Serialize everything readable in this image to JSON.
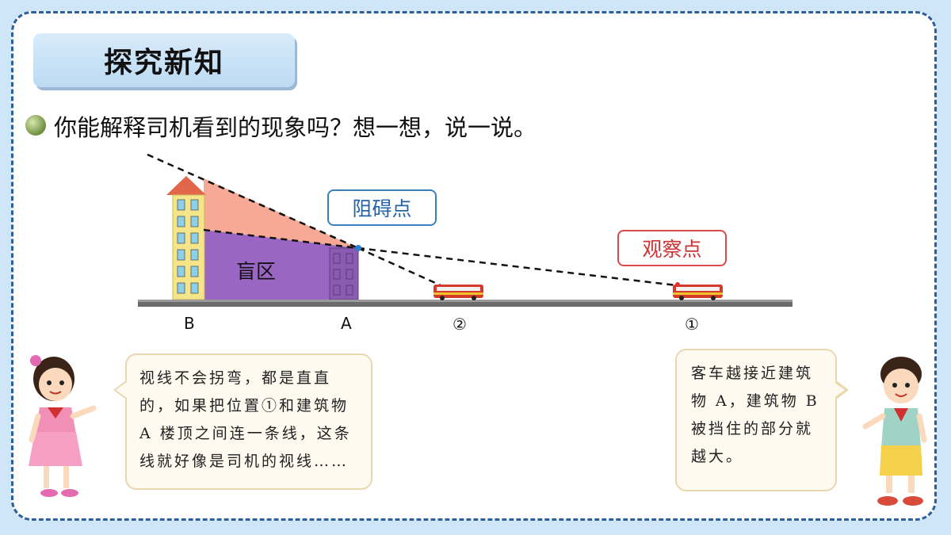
{
  "header": {
    "title": "探究新知"
  },
  "question": "你能解释司机看到的现象吗？想一想，说一说。",
  "diagram": {
    "blocker_label": "阻碍点",
    "observe_label": "观察点",
    "blind_zone_label": "盲区",
    "building_b_label": "B",
    "building_a_label": "A",
    "position_2_label": "②",
    "position_1_label": "①",
    "colors": {
      "blind_zone": "#9a66c4",
      "visible_zone": "#f5a08a",
      "building": "#f4e58a",
      "ground": "#6b6b6b"
    }
  },
  "bubbles": {
    "girl": {
      "lines": [
        "视线不会拐弯，都是直直",
        "的，如果把位置①和建筑物",
        "A 楼顶之间连一条线，这条",
        "线就好像是司机的视线……"
      ]
    },
    "boy": {
      "lines": [
        "客车越接近建筑",
        "物 A，建筑物 B",
        "被挡住的部分就",
        "越大。"
      ]
    }
  },
  "icons": {
    "girl": "girl-illustration",
    "boy": "boy-illustration",
    "bus": "bus-icon",
    "bullet": "green-dot-icon"
  }
}
